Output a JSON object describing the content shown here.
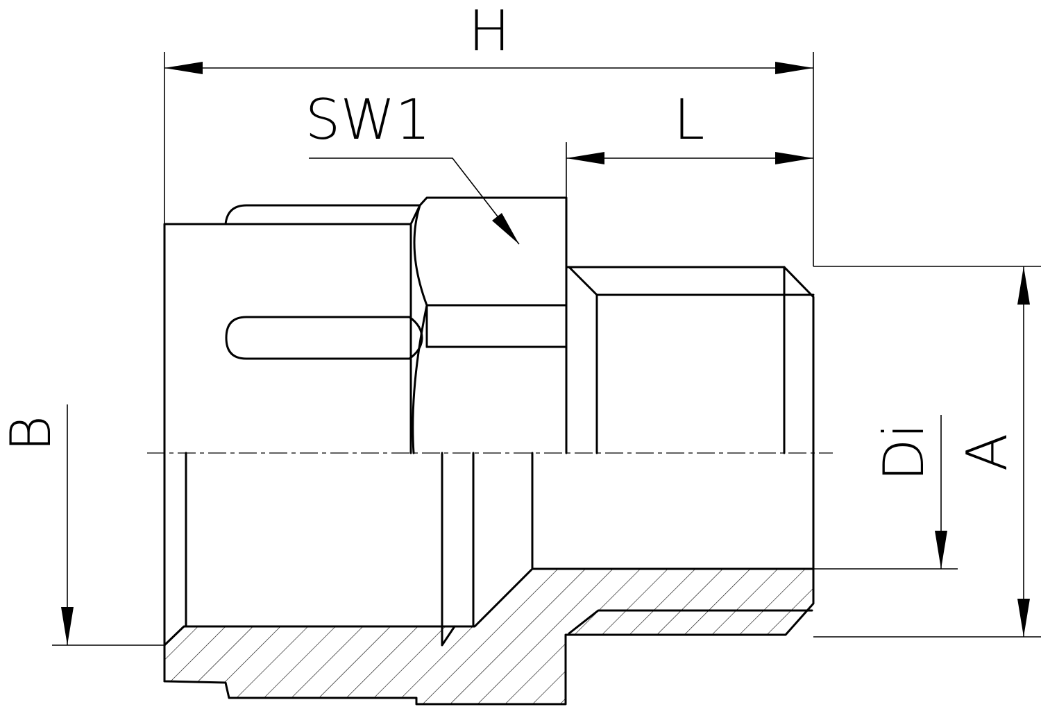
{
  "labels": {
    "overall_length": "H",
    "wrench_size": "SW1",
    "thread_length": "L",
    "inner_thread_diameter": "B",
    "inner_diameter": "Di",
    "outer_thread_diameter": "A"
  }
}
